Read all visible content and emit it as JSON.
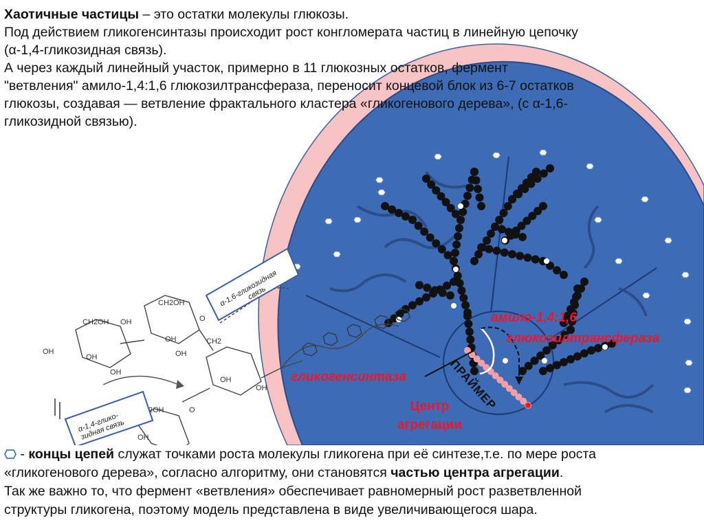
{
  "intro": {
    "term": "Хаотичные частицы",
    "term_rest": " –  это остатки молекулы глюкозы.",
    "line2": "Под действием гликогенсинтазы происходит рост конгломерата частиц в линейную цепочку",
    "line3": "(α-1,4-гликозидная связь).",
    "line4": "А  через каждый линейный участок, примерно в 11 глюкозных остатков, фермент",
    "line5": "\"ветвления\" амило-1,4:1,6 глюкозилтрансфераза, переносит концевой блок из 6-7 остатков",
    "line6": "глюкозы, создавая — ветвление фрактального кластера «гликогенового дерева», (с α-1,6-",
    "line7": "гликозидной связью)."
  },
  "figure": {
    "label_transferase_1": "амило-1,4:1,6",
    "label_transferase_2": "глюкозилтрансфераза",
    "label_synthase": "гликогенсинтаза",
    "label_primer": "ПРАЙМЕР",
    "label_center_1": "Центр",
    "label_center_2": "агрегации",
    "box_16_line1": "α-1,6-гликозидная",
    "box_16_line2": "связь",
    "box_14_line1": "α-1,4-глико-",
    "box_14_line2": "зидная связь",
    "chem_ch2oh": "CH2OH",
    "chem_oh": "OH",
    "chem_o": "O",
    "chem_ch2": "CH2",
    "colors": {
      "sphere": "#3e6bb5",
      "outer_ring": "#f4b3b6",
      "accent_red": "#e8192c",
      "chain": "#111111",
      "hex_fill": "#ffffff",
      "hex_stroke": "#4a74b8"
    }
  },
  "bottom": {
    "marker_icon": "hexagon-icon",
    "l1_dash": " - ",
    "l1_bold": "концы цепей",
    "l1_rest": " служат точками роста молекулы гликогена при её синтезе,т.е. по мере роста",
    "l2_start": "«гликогенового дерева», согласно алгоритму, они становятся ",
    "l2_bold": "частью центра агрегации",
    "l2_end": ".",
    "l3": "Так же важно то, что фермент «ветвления» обеспечивает равномерный рост разветвленной",
    "l4": "структуры гликогена, поэтому модель представлена в виде увеличивающегося шара."
  }
}
